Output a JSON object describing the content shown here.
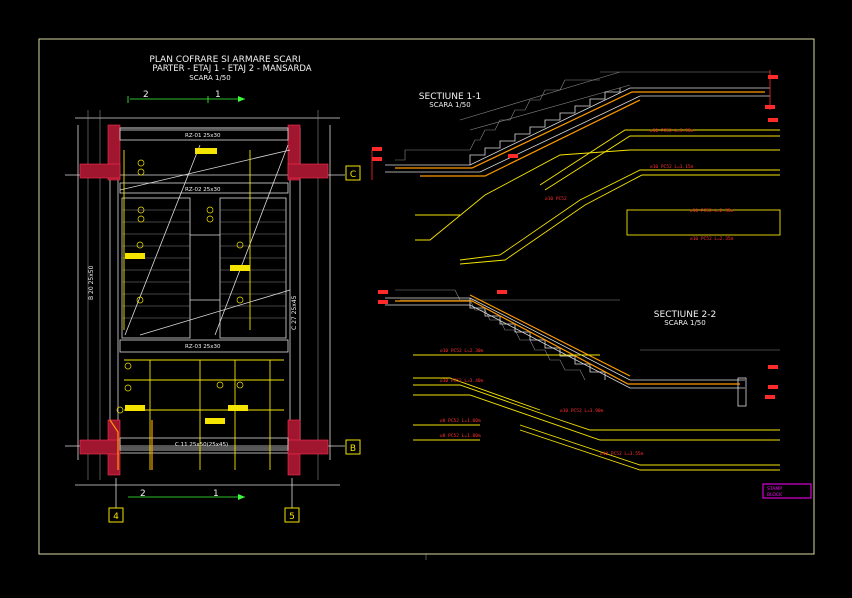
{
  "colors": {
    "background": "#000000",
    "frame": "#d8d8a0",
    "annotation": "#f5e400",
    "rebar": "#ff9a00",
    "column_fill": "#a0162e",
    "dimension": "#ff2a2a",
    "title": "#f2f2f2",
    "stamp": "#ff00ff"
  },
  "plan": {
    "title_line1": "PLAN COFRARE SI ARMARE SCARI",
    "title_line2": "PARTER  -  ETAJ 1  -  ETAJ 2  -  MANSARDA",
    "scale": "SCARA 1/50",
    "section_mark_2": "2",
    "section_mark_1": "1",
    "axis_c": "C",
    "axis_b": "B",
    "axis_4": "4",
    "axis_5": "5",
    "beam_labels": [
      "RZ-01 25x30",
      "RZ-02 25x30",
      "RZ-03 25x30",
      "C 11 25x50(25x45)"
    ],
    "wall_label_left": "B 20 25x50",
    "wall_label_right": "C 27 25x45"
  },
  "section_1": {
    "title": "SECTIUNE 1-1",
    "scale": "SCARA 1/50"
  },
  "section_2": {
    "title": "SECTIUNE 2-2",
    "scale": "SCARA 1/50"
  },
  "stamp": {
    "line1": "STAMP",
    "line2": "BLOCK"
  }
}
